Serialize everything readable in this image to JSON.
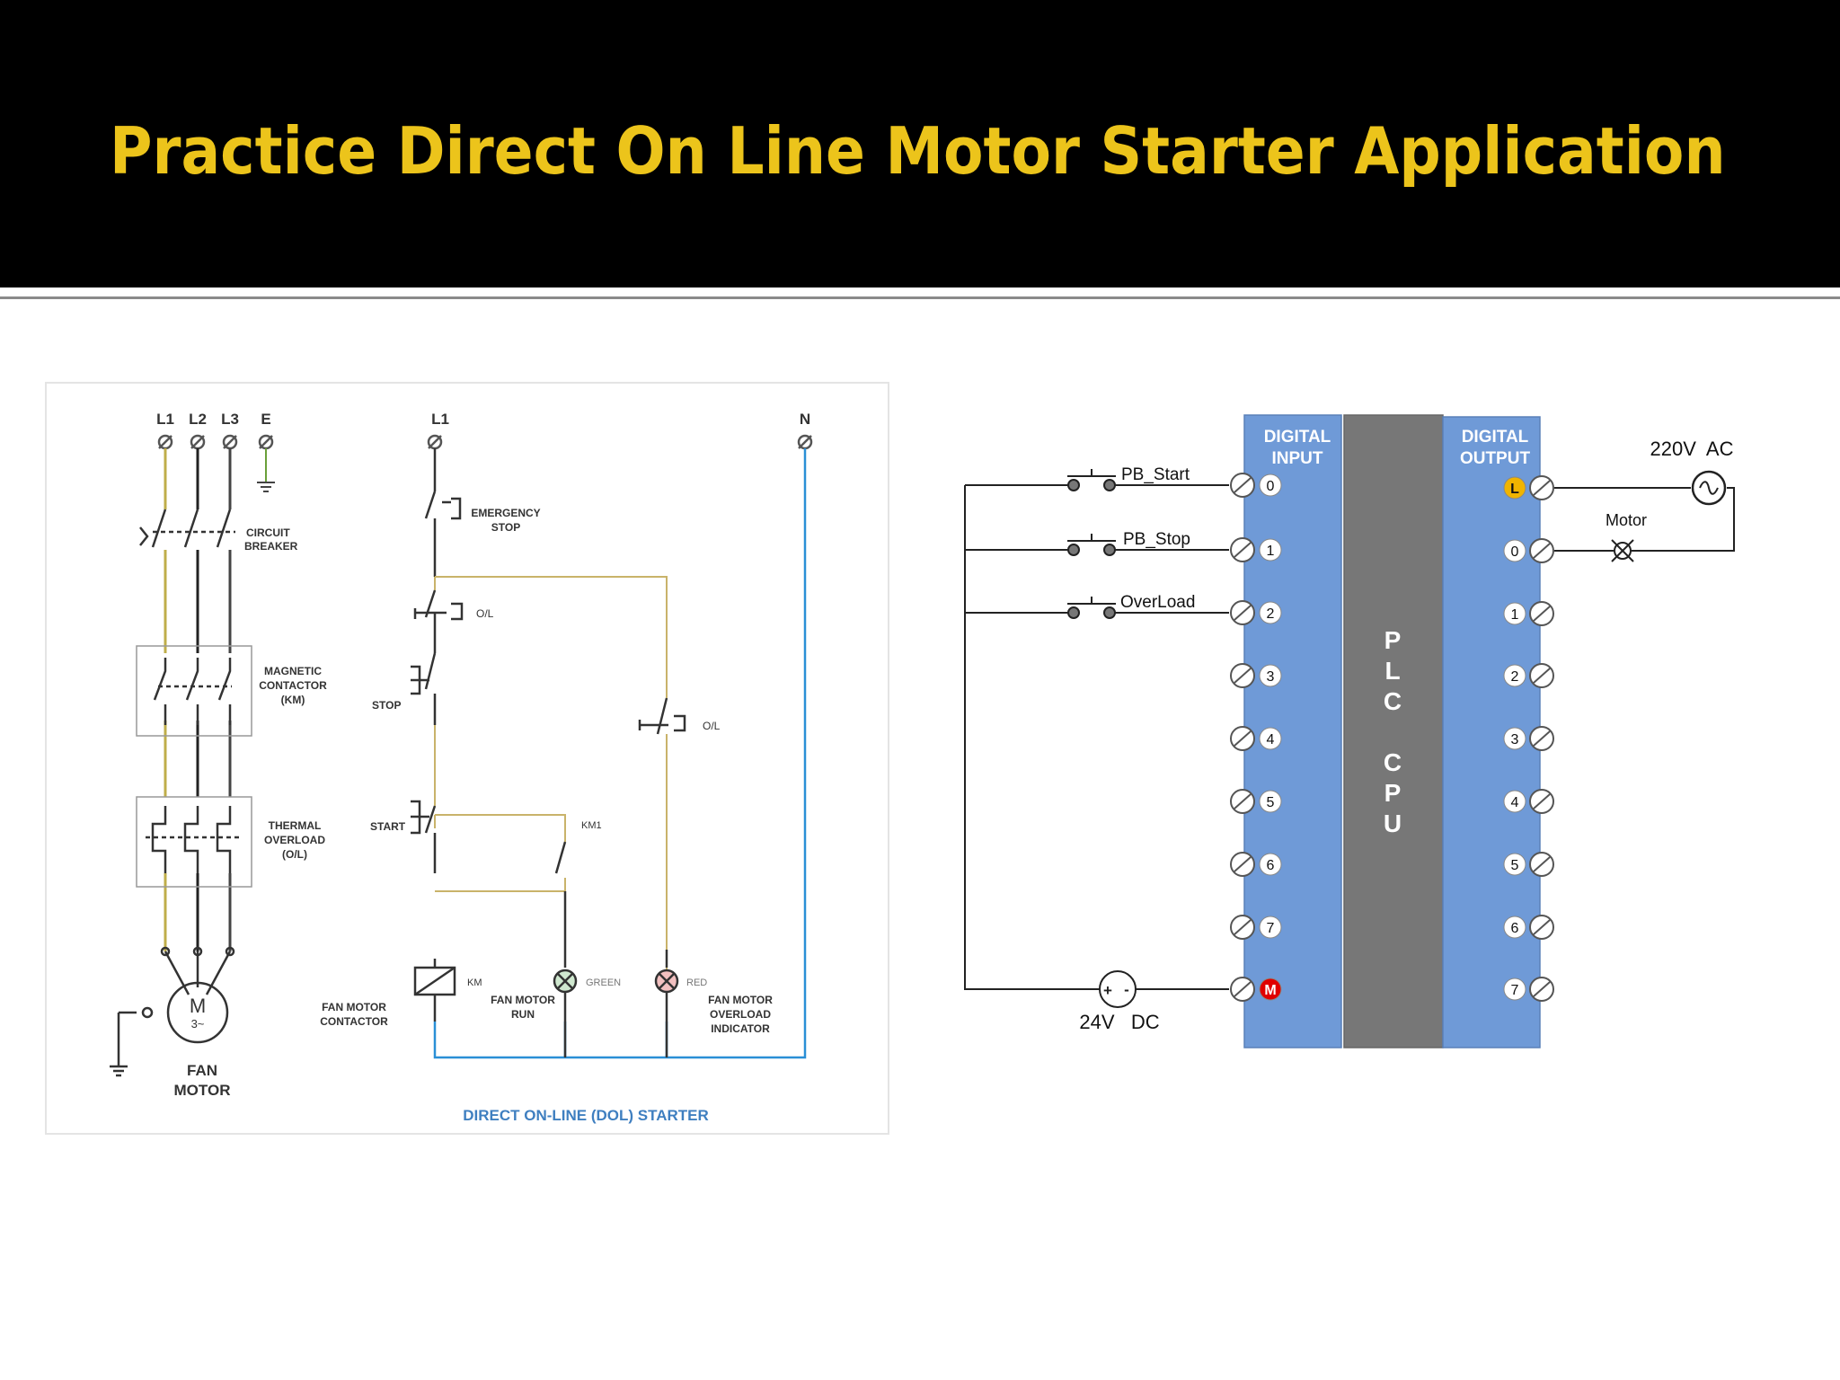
{
  "title": "Practice Direct On Line Motor Starter Application",
  "colors": {
    "title": "#ecc41b",
    "plc_module": "#6f9ad7",
    "plc_cpu": "#777777",
    "indicator_L": "#f0b400",
    "indicator_M": "#e00000"
  },
  "dol": {
    "supply": [
      "L1",
      "L2",
      "L3",
      "E"
    ],
    "control_supply": "L1",
    "neutral": "N",
    "circuit_breaker": "CIRCUIT\nBREAKER",
    "magnetic_contactor": "MAGNETIC\nCONTACTOR\n(KM)",
    "thermal_overload": "THERMAL\nOVERLOAD\n(O/L)",
    "motor_symbol": "M",
    "motor_phase": "3~",
    "motor_label": "FAN\nMOTOR",
    "emergency_stop": "EMERGENCY\nSTOP",
    "ol": "O/L",
    "stop": "STOP",
    "start": "START",
    "km": "KM",
    "km1": "KM1",
    "green": "GREEN",
    "red": "RED",
    "fan_motor_contactor": "FAN MOTOR\nCONTACTOR",
    "fan_motor_run": "FAN MOTOR\nRUN",
    "fan_motor_overload": "FAN MOTOR\nOVERLOAD\nINDICATOR",
    "caption": "DIRECT ON-LINE (DOL) STARTER"
  },
  "plc": {
    "input_header": "DIGITAL\nINPUT",
    "output_header": "DIGITAL\nOUTPUT",
    "cpu_label": [
      "P",
      "L",
      "C",
      "",
      "C",
      "P",
      "U"
    ],
    "inputs": [
      "0",
      "1",
      "2",
      "3",
      "4",
      "5",
      "6",
      "7",
      "M"
    ],
    "outputs": [
      "L",
      "0",
      "1",
      "2",
      "3",
      "4",
      "5",
      "6",
      "7"
    ],
    "pb_start": "PB_Start",
    "pb_stop": "PB_Stop",
    "overload": "OverLoad",
    "dc_supply": "24V   DC",
    "ac_supply": "220V  AC",
    "motor": "Motor",
    "plus": "+",
    "minus": "-"
  }
}
